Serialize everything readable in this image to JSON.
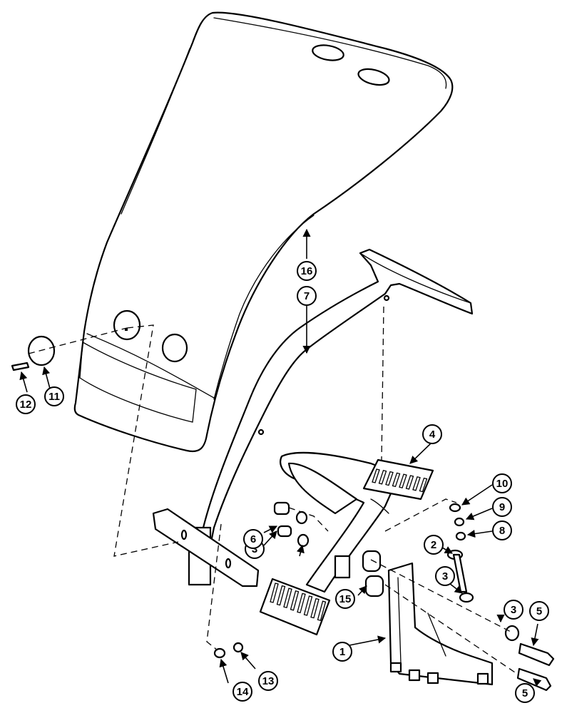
{
  "callouts": [
    {
      "id": "c1",
      "label": "1"
    },
    {
      "id": "c2",
      "label": "2"
    },
    {
      "id": "c3a",
      "label": "3"
    },
    {
      "id": "c3b",
      "label": "3"
    },
    {
      "id": "c3c",
      "label": "3"
    },
    {
      "id": "c4",
      "label": "4"
    },
    {
      "id": "c5a",
      "label": "5"
    },
    {
      "id": "c5b",
      "label": "5"
    },
    {
      "id": "c6",
      "label": "6"
    },
    {
      "id": "c7",
      "label": "7"
    },
    {
      "id": "c8",
      "label": "8"
    },
    {
      "id": "c9",
      "label": "9"
    },
    {
      "id": "c10",
      "label": "10"
    },
    {
      "id": "c11",
      "label": "11"
    },
    {
      "id": "c12",
      "label": "12"
    },
    {
      "id": "c13",
      "label": "13"
    },
    {
      "id": "c14",
      "label": "14"
    },
    {
      "id": "c15",
      "label": "15"
    },
    {
      "id": "c16",
      "label": "16"
    }
  ],
  "colors": {
    "line": "#000000",
    "background": "#ffffff"
  }
}
